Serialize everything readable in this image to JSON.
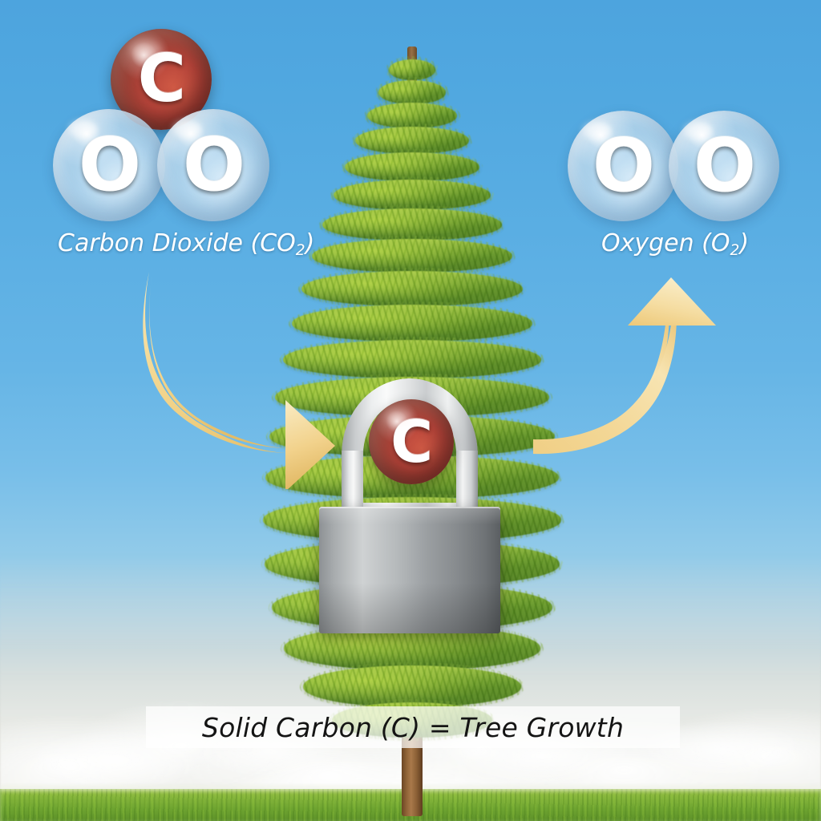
{
  "scene": {
    "title": "Tree Carbon Sequestration Diagram",
    "sky_color": "#5aaee3",
    "grass_color": "#7fae3b",
    "arrow_color": "#f2d58d"
  },
  "co2_molecule": {
    "label_html": "Carbon Dioxide (CO",
    "label_sub": "2",
    "label_tail": ")",
    "label_full": "Carbon Dioxide (CO2)",
    "atoms": [
      {
        "symbol": "C",
        "name": "carbon-atom",
        "color": "#b6443a"
      },
      {
        "symbol": "O",
        "name": "oxygen-atom-left",
        "color": "#c4def0"
      },
      {
        "symbol": "O",
        "name": "oxygen-atom-right",
        "color": "#c4def0"
      }
    ]
  },
  "o2_molecule": {
    "label_html": "Oxygen (O",
    "label_sub": "2",
    "label_tail": ")",
    "label_full": "Oxygen (O2)",
    "atoms": [
      {
        "symbol": "O",
        "name": "oxygen-atom-left",
        "color": "#c4def0"
      },
      {
        "symbol": "O",
        "name": "oxygen-atom-right",
        "color": "#c4def0"
      }
    ]
  },
  "padlock": {
    "symbol": "C",
    "symbol_color": "#b6443a",
    "body_color": "#9a9ea1"
  },
  "arrows": {
    "intake": {
      "name": "co2-intake-arrow",
      "direction": "right-down",
      "color": "#f2d58d"
    },
    "output": {
      "name": "o2-output-arrow",
      "direction": "up-right",
      "color": "#f2d58d"
    }
  },
  "caption": {
    "text": "Solid Carbon (C) = Tree Growth"
  }
}
